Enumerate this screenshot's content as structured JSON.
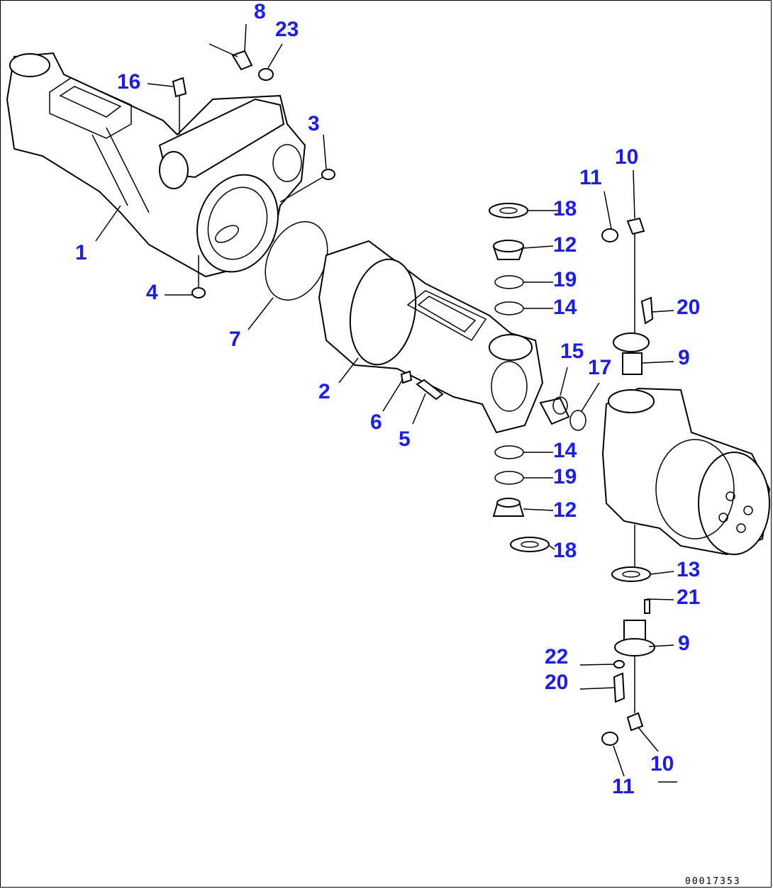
{
  "callouts": [
    {
      "id": "c1",
      "label": "1"
    },
    {
      "id": "c2",
      "label": "2"
    },
    {
      "id": "c3",
      "label": "3"
    },
    {
      "id": "c4",
      "label": "4"
    },
    {
      "id": "c5",
      "label": "5"
    },
    {
      "id": "c6",
      "label": "6"
    },
    {
      "id": "c7",
      "label": "7"
    },
    {
      "id": "c8",
      "label": "8"
    },
    {
      "id": "c9a",
      "label": "9"
    },
    {
      "id": "c9b",
      "label": "9"
    },
    {
      "id": "c10a",
      "label": "10"
    },
    {
      "id": "c10b",
      "label": "10"
    },
    {
      "id": "c11a",
      "label": "11"
    },
    {
      "id": "c11b",
      "label": "11"
    },
    {
      "id": "c12a",
      "label": "12"
    },
    {
      "id": "c12b",
      "label": "12"
    },
    {
      "id": "c13",
      "label": "13"
    },
    {
      "id": "c14a",
      "label": "14"
    },
    {
      "id": "c14b",
      "label": "14"
    },
    {
      "id": "c15",
      "label": "15"
    },
    {
      "id": "c16",
      "label": "16"
    },
    {
      "id": "c17",
      "label": "17"
    },
    {
      "id": "c18a",
      "label": "18"
    },
    {
      "id": "c18b",
      "label": "18"
    },
    {
      "id": "c19a",
      "label": "19"
    },
    {
      "id": "c19b",
      "label": "19"
    },
    {
      "id": "c20a",
      "label": "20"
    },
    {
      "id": "c20b",
      "label": "20"
    },
    {
      "id": "c21",
      "label": "21"
    },
    {
      "id": "c22",
      "label": "22"
    },
    {
      "id": "c23",
      "label": "23"
    }
  ],
  "document_number": "00017353",
  "colors": {
    "callout": "#1a1aff",
    "line": "#000000",
    "background": "#ffffff"
  }
}
